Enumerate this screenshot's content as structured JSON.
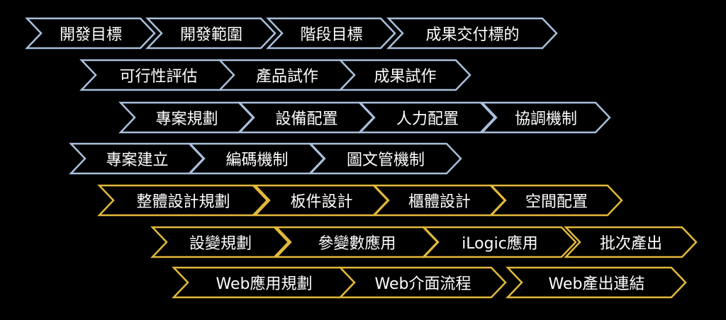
{
  "colors": {
    "planning": "#a9c0dc",
    "design": "#e2b93b",
    "fill": "#000000",
    "text": "#ffffff"
  },
  "rows": [
    {
      "group": "planning",
      "items": [
        "開發目標",
        "開發範圍",
        "階段目標",
        "成果交付標的"
      ]
    },
    {
      "group": "planning",
      "items": [
        "可行性評估",
        "產品試作",
        "成果試作"
      ]
    },
    {
      "group": "planning",
      "items": [
        "專案規劃",
        "設備配置",
        "人力配置",
        "協調機制"
      ]
    },
    {
      "group": "planning",
      "items": [
        "專案建立",
        "編碼機制",
        "圖文管機制"
      ]
    },
    {
      "group": "design",
      "items": [
        "整體設計規劃",
        "板件設計",
        "櫃體設計",
        "空間配置"
      ]
    },
    {
      "group": "design",
      "items": [
        "設變規劃",
        "參變數應用",
        "iLogic應用",
        "批次產出"
      ]
    },
    {
      "group": "design",
      "items": [
        "Web應用規劃",
        "Web介面流程",
        "Web產出連結"
      ]
    }
  ]
}
